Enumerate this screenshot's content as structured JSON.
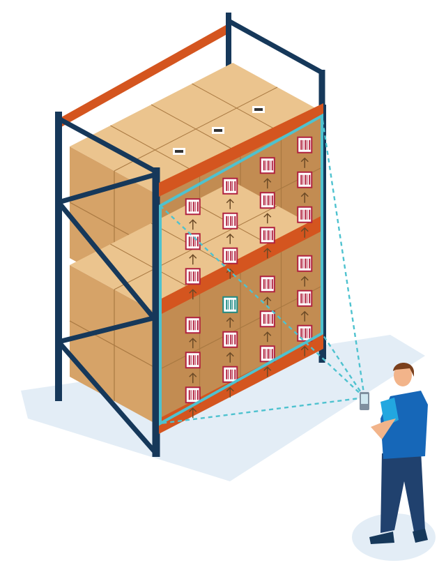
{
  "scene": {
    "subject": "warehouse-rack-scan",
    "colors": {
      "background": "#ffffff",
      "floor_shadow": "#e3edf6",
      "rack_upright": "#16385a",
      "rack_beam": "#d4551f",
      "box_top": "#ebc48e",
      "box_left": "#d6a368",
      "box_right": "#c28c52",
      "box_seam": "#a97942",
      "label_red": "#b0213f",
      "label_highlight": "#1d8a83",
      "scan_frame": "#4ec2cf",
      "scan_beam": "#4ec2cf",
      "worker_shirt": "#1667b8",
      "worker_sleeve": "#22a7e0",
      "worker_pants": "#20416e",
      "worker_skin": "#f2b48a",
      "worker_hair": "#7a3f1c",
      "device": "#7f8f9f"
    },
    "front_labels": {
      "rows": 6,
      "cols": 4,
      "highlighted": [
        {
          "row": 3,
          "col": 1
        }
      ]
    },
    "side_labels": 3
  }
}
